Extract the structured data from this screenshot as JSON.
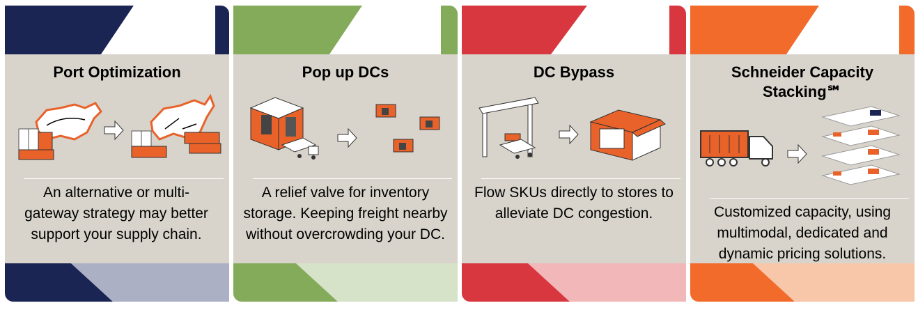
{
  "cards": [
    {
      "title": "Port Optimization",
      "description": "An alternative or multi-gateway strategy may better support your supply chain.",
      "icons": [
        "container-stack-icon",
        "us-map-icon",
        "arrow-right-icon"
      ],
      "colors": {
        "dark": "#1b2553",
        "light": "#abb0c5"
      }
    },
    {
      "title": "Pop up DCs",
      "description": "A relief valve for inventory storage. Keeping freight nearby without overcrowding your DC.",
      "icons": [
        "warehouse-icon",
        "truck-icon",
        "arrow-right-icon"
      ],
      "colors": {
        "dark": "#84ab5a",
        "light": "#d6e3c8"
      }
    },
    {
      "title": "DC Bypass",
      "description": "Flow SKUs directly to stores to alleviate DC congestion.",
      "icons": [
        "crane-icon",
        "store-icon",
        "arrow-right-icon"
      ],
      "colors": {
        "dark": "#d9373f",
        "light": "#f2b7b8"
      }
    },
    {
      "title": "Schneider Capacity Stacking℠",
      "description": "Customized capacity, using multimodal, dedicated and dynamic pricing solutions.",
      "icons": [
        "truck-icon",
        "stacked-routes-icon",
        "arrow-right-icon"
      ],
      "colors": {
        "dark": "#f26b2a",
        "light": "#f8c6a8"
      }
    }
  ]
}
